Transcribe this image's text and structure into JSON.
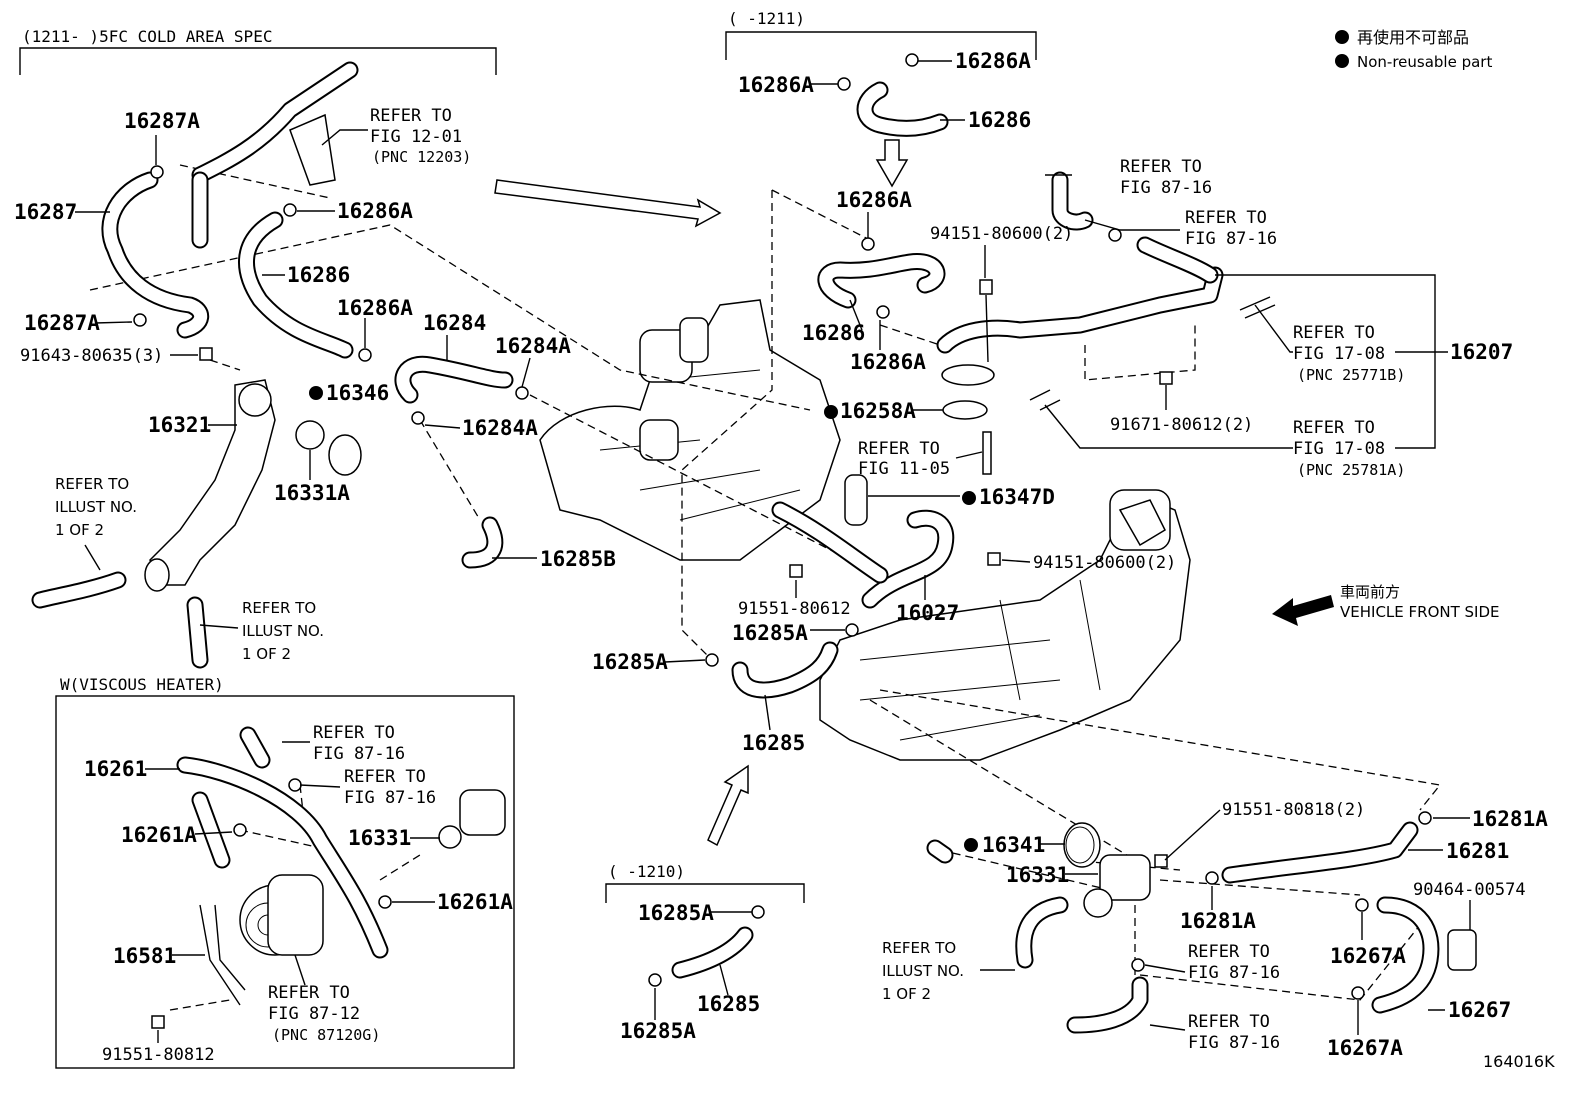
{
  "legend": {
    "jp": "再使用不可部品",
    "en": "Non-reusable part"
  },
  "diagram_id": "164016K",
  "vehicle_front": {
    "jp": "車両前方",
    "en": "VEHICLE FRONT SIDE"
  },
  "groups": {
    "cold_area": "(1211-      )5FC COLD AREA SPEC",
    "top_mid": "(      -1211)",
    "bottom_mid": "(      -1210)",
    "viscous": "W(VISCOUS HEATER)"
  },
  "parts": [
    {
      "id": "p1",
      "label": "16287A"
    },
    {
      "id": "p2",
      "label": "16287"
    },
    {
      "id": "p3",
      "label": "16287A"
    },
    {
      "id": "p4",
      "label": "16286A"
    },
    {
      "id": "p5",
      "label": "16286"
    },
    {
      "id": "p6",
      "label": "16286A"
    },
    {
      "id": "p7",
      "label": "91643-80635(3)"
    },
    {
      "id": "p8",
      "label": "16321"
    },
    {
      "id": "p9",
      "label": "16346"
    },
    {
      "id": "p10",
      "label": "16331A"
    },
    {
      "id": "p11",
      "label": "16284"
    },
    {
      "id": "p12",
      "label": "16284A"
    },
    {
      "id": "p13",
      "label": "16284A"
    },
    {
      "id": "p14",
      "label": "16285B"
    },
    {
      "id": "p15",
      "label": "16286A"
    },
    {
      "id": "p16",
      "label": "16286A"
    },
    {
      "id": "p17",
      "label": "16286"
    },
    {
      "id": "p18",
      "label": "16286A"
    },
    {
      "id": "p19",
      "label": "16286"
    },
    {
      "id": "p20",
      "label": "16286A"
    },
    {
      "id": "p21",
      "label": "94151-80600(2)"
    },
    {
      "id": "p22",
      "label": "16207"
    },
    {
      "id": "p23",
      "label": "91671-80612(2)"
    },
    {
      "id": "p24",
      "label": "16258A"
    },
    {
      "id": "p25",
      "label": "16347D"
    },
    {
      "id": "p26",
      "label": "94151-80600(2)"
    },
    {
      "id": "p27",
      "label": "91551-80612"
    },
    {
      "id": "p28",
      "label": "16027"
    },
    {
      "id": "p29",
      "label": "16285A"
    },
    {
      "id": "p30",
      "label": "16285A"
    },
    {
      "id": "p31",
      "label": "16285"
    },
    {
      "id": "p32",
      "label": "16261"
    },
    {
      "id": "p33",
      "label": "16261A"
    },
    {
      "id": "p34",
      "label": "16331"
    },
    {
      "id": "p35",
      "label": "16261A"
    },
    {
      "id": "p36",
      "label": "16581"
    },
    {
      "id": "p37",
      "label": "91551-80812"
    },
    {
      "id": "p38",
      "label": "16285A"
    },
    {
      "id": "p39",
      "label": "16285"
    },
    {
      "id": "p40",
      "label": "16285A"
    },
    {
      "id": "p41",
      "label": "91551-80818(2)"
    },
    {
      "id": "p42",
      "label": "16281A"
    },
    {
      "id": "p43",
      "label": "16341"
    },
    {
      "id": "p44",
      "label": "16331"
    },
    {
      "id": "p45",
      "label": "16281"
    },
    {
      "id": "p46",
      "label": "16281A"
    },
    {
      "id": "p47",
      "label": "90464-00574"
    },
    {
      "id": "p48",
      "label": "16267A"
    },
    {
      "id": "p49",
      "label": "16267"
    },
    {
      "id": "p50",
      "label": "16267A"
    }
  ],
  "refs": [
    {
      "id": "r1",
      "lines": [
        "REFER TO",
        "FIG 12-01",
        "(PNC 12203)"
      ]
    },
    {
      "id": "r2",
      "lines": [
        "REFER TO",
        "FIG 87-16"
      ]
    },
    {
      "id": "r3",
      "lines": [
        "REFER TO",
        "FIG 87-16"
      ]
    },
    {
      "id": "r4",
      "lines": [
        "REFER TO",
        "FIG 17-08",
        "(PNC 25771B)"
      ]
    },
    {
      "id": "r5",
      "lines": [
        "REFER TO",
        "FIG 17-08",
        "(PNC 25781A)"
      ]
    },
    {
      "id": "r6",
      "lines": [
        "REFER TO",
        "FIG 11-05"
      ]
    },
    {
      "id": "r7",
      "lines": [
        "REFER TO",
        "ILLUST NO.",
        "1 OF 2"
      ]
    },
    {
      "id": "r8",
      "lines": [
        "REFER TO",
        "ILLUST NO.",
        "1 OF 2"
      ]
    },
    {
      "id": "r9",
      "lines": [
        "REFER TO",
        "FIG 87-16"
      ]
    },
    {
      "id": "r10",
      "lines": [
        "REFER TO",
        "FIG 87-16"
      ]
    },
    {
      "id": "r11",
      "lines": [
        "REFER TO",
        "FIG 87-12",
        "(PNC 87120G)"
      ]
    },
    {
      "id": "r12",
      "lines": [
        "REFER TO",
        "ILLUST NO.",
        "1 OF 2"
      ]
    },
    {
      "id": "r13",
      "lines": [
        "REFER TO",
        "FIG 87-16"
      ]
    },
    {
      "id": "r14",
      "lines": [
        "REFER TO",
        "FIG 87-16"
      ]
    }
  ],
  "non_reusable": [
    "p9",
    "p24",
    "p25",
    "p43"
  ]
}
